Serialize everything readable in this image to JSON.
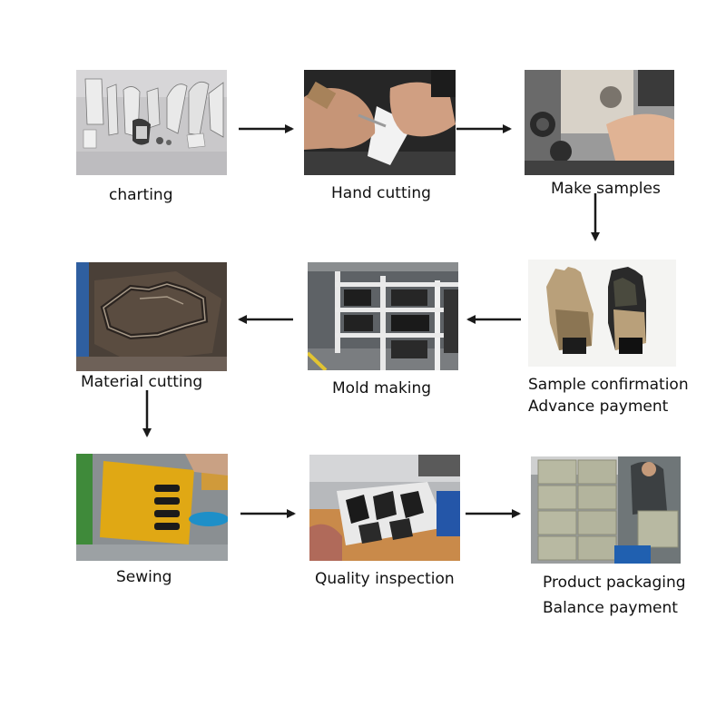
{
  "steps": [
    {
      "id": "charting",
      "label": "charting",
      "photo": "paper-patterns-photo"
    },
    {
      "id": "hand-cutting",
      "label": "Hand cutting",
      "photo": "hand-cutting-photo"
    },
    {
      "id": "make-samples",
      "label": "Make samples",
      "photo": "sewing-machine-photo"
    },
    {
      "id": "sample-confirmation",
      "label": "Sample confirmation",
      "label2": "Advance payment",
      "photo": "tactical-gloves-photo"
    },
    {
      "id": "mold-making",
      "label": "Mold making",
      "photo": "mold-shelves-photo"
    },
    {
      "id": "material-cutting",
      "label": "Material cutting",
      "photo": "cutting-die-photo"
    },
    {
      "id": "sewing",
      "label": "Sewing",
      "photo": "sewing-template-photo"
    },
    {
      "id": "quality-inspection",
      "label": "Quality inspection",
      "photo": "glove-pile-photo"
    },
    {
      "id": "product-packaging",
      "label": "Product packaging",
      "label2": "Balance payment",
      "photo": "cartons-photo"
    }
  ],
  "colors": {
    "arrow": "#1a1a1a",
    "background": "#ffffff"
  }
}
